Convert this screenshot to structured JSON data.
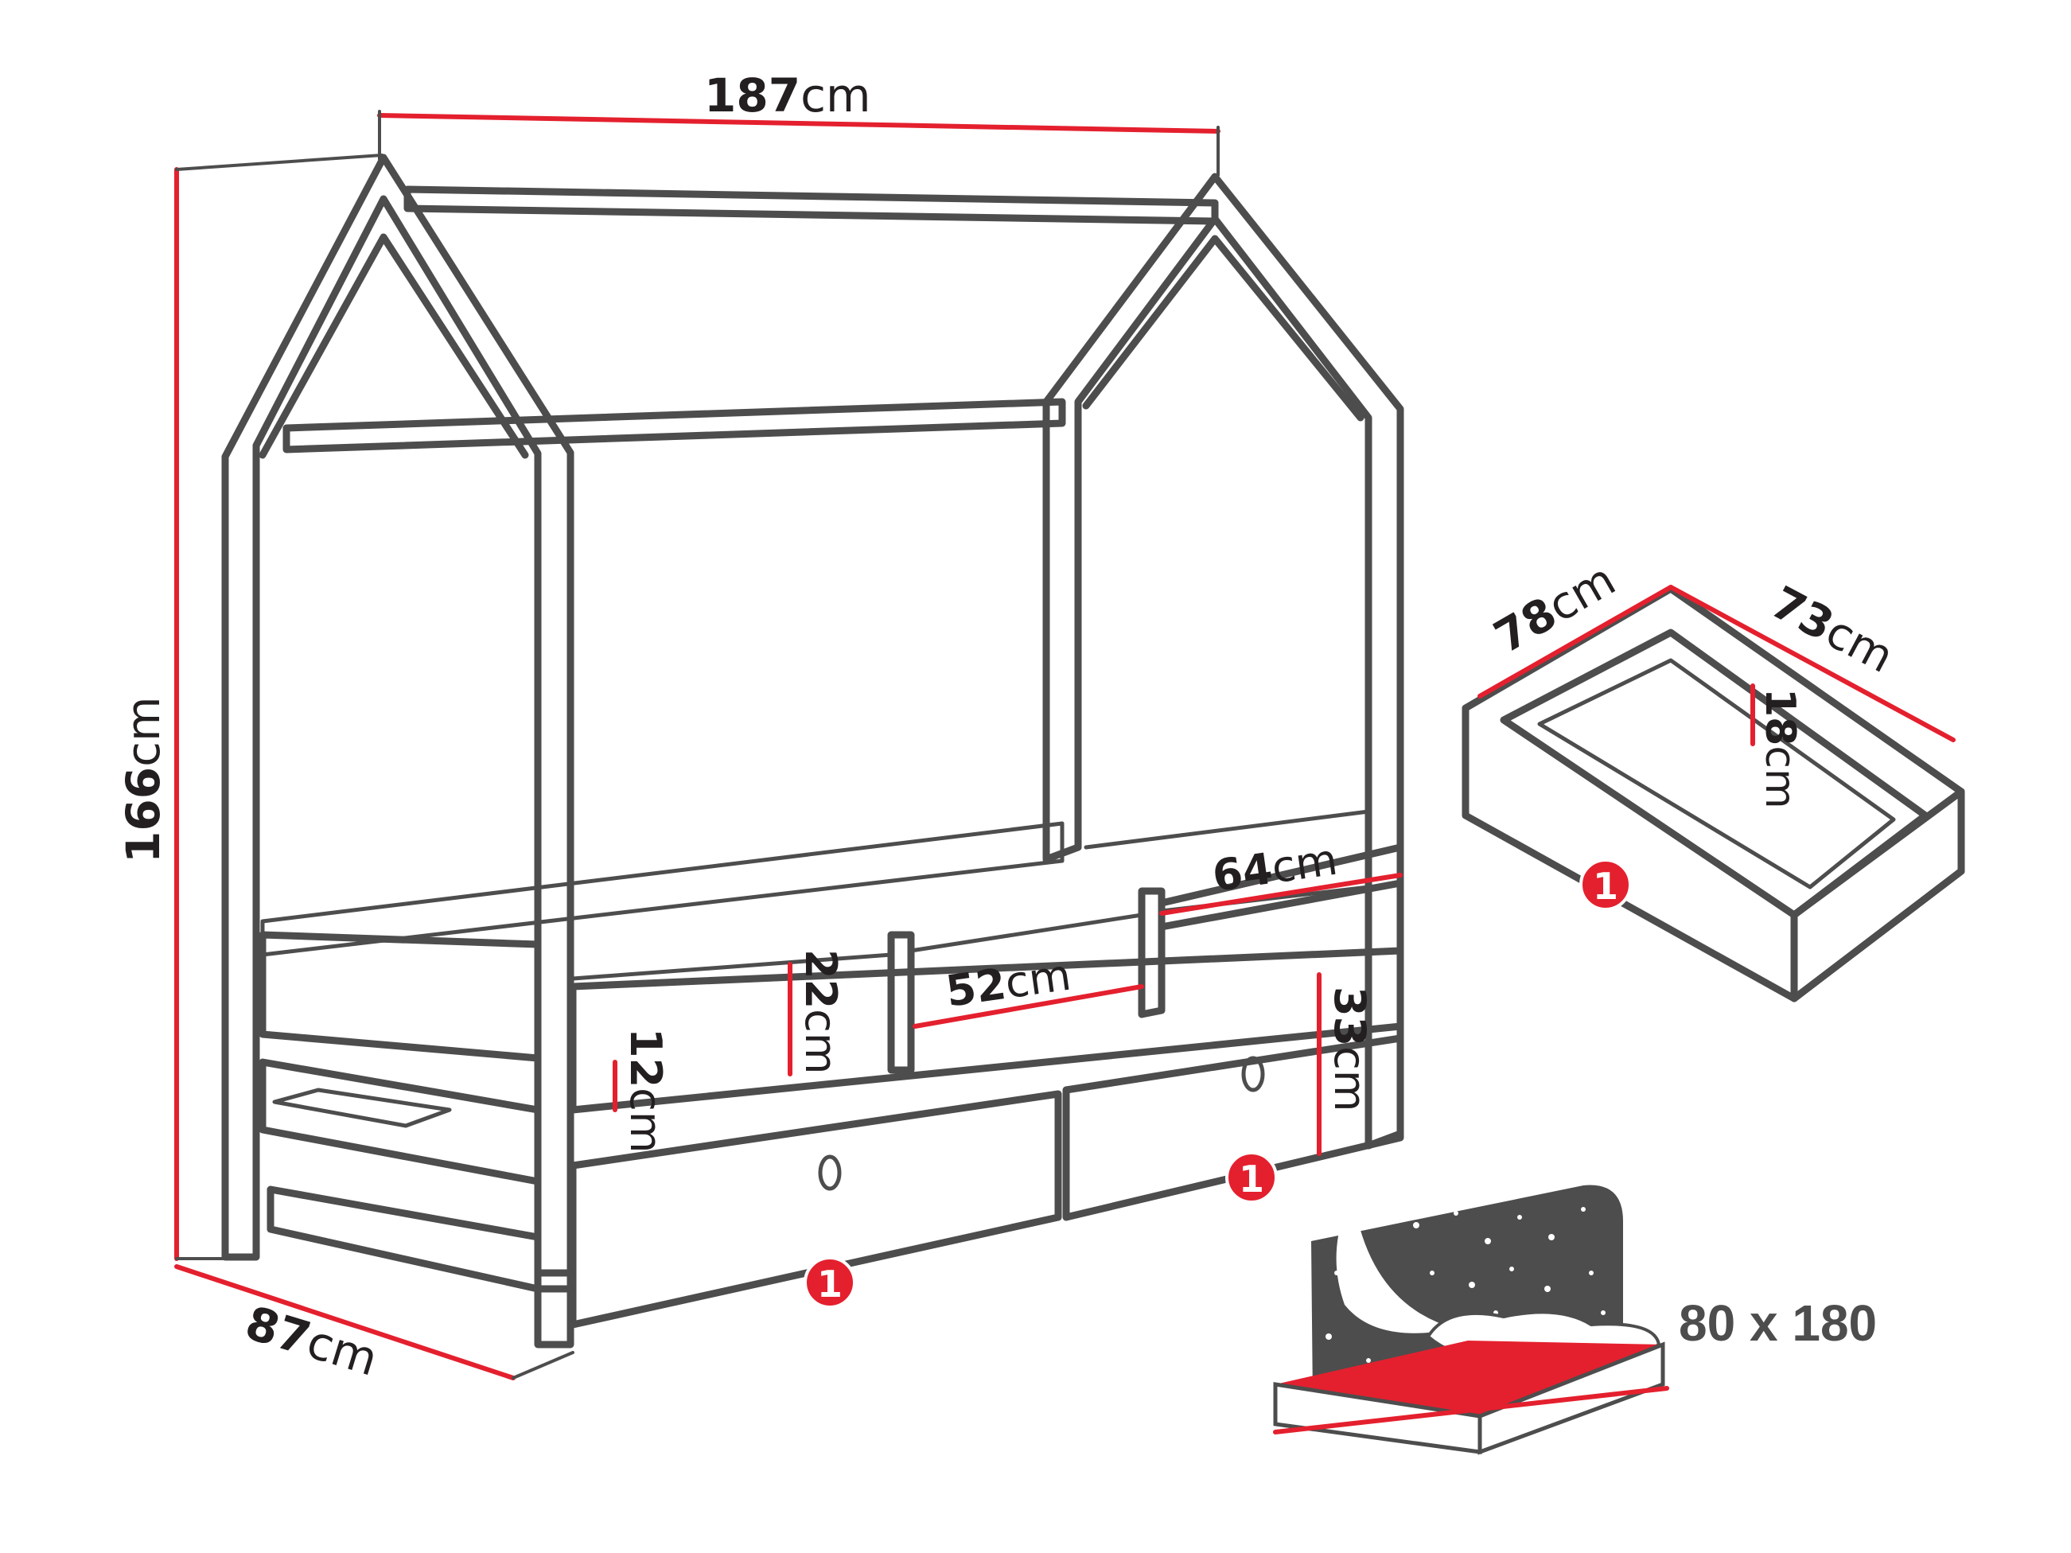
{
  "dimensions": {
    "length": {
      "value": "187",
      "unit": "cm"
    },
    "height": {
      "value": "166",
      "unit": "cm"
    },
    "depth": {
      "value": "87",
      "unit": "cm"
    },
    "barrier_height": {
      "value": "22",
      "unit": "cm"
    },
    "mattress_lip": {
      "value": "12",
      "unit": "cm"
    },
    "barrier_gap": {
      "value": "52",
      "unit": "cm"
    },
    "barrier_length": {
      "value": "64",
      "unit": "cm"
    },
    "drawer_front_height": {
      "value": "33",
      "unit": "cm"
    },
    "drawer_width": {
      "value": "78",
      "unit": "cm"
    },
    "drawer_depth": {
      "value": "73",
      "unit": "cm"
    },
    "drawer_height": {
      "value": "18",
      "unit": "cm"
    }
  },
  "badges": {
    "drawer_badge": "1",
    "front_badge_right": "1",
    "front_badge_left": "1"
  },
  "mattress": {
    "size_label": "80 x 180"
  },
  "colors": {
    "accent": "#e4202e",
    "line": "#4d4d4d",
    "text": "#231f20",
    "mattress": "#e4202e",
    "night_panel": "#4d4d4d"
  }
}
